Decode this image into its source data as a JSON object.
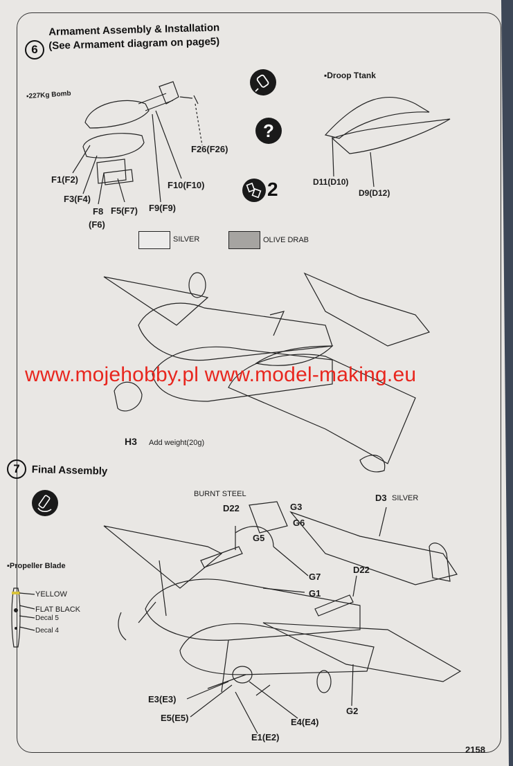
{
  "step6": {
    "number": "6",
    "title_line1": "Armament Assembly & Installation",
    "title_line2": "(See Armament diagram on page5)"
  },
  "bomb": {
    "label": "▪227Kg Bomb",
    "parts": {
      "f26": "F26(F26)",
      "f1": "F1(F2)",
      "f3": "F3(F4)",
      "f8": "F8",
      "f6": "(F6)",
      "f5": "F5(F7)",
      "f9": "F9(F9)",
      "f10": "F10(F10)"
    }
  },
  "tank": {
    "label": "▪Droop Ttank",
    "d11": "D11(D10)",
    "d9": "D9(D12)"
  },
  "icons": {
    "glue": "glue-icon",
    "question": "?",
    "repeat_count": "2"
  },
  "colors": {
    "silver_label": "SILVER",
    "olive_label": "OLIVE DRAB",
    "silver_hex": "#ecebea",
    "olive_hex": "#a6a4a1"
  },
  "step6_parts": {
    "h3": "H3",
    "weight_note": "Add weight(20g)"
  },
  "watermark": "www.mojehobby.pl www.model-making.eu",
  "step7": {
    "number": "7",
    "title": "Final Assembly"
  },
  "propeller": {
    "label": "▪Propeller Blade",
    "yellow": "YELLOW",
    "flat_black": "FLAT BLACK",
    "decal5": "Decal 5",
    "decal4": "Decal 4"
  },
  "step7_parts": {
    "burnt_steel": "BURNT STEEL",
    "d22_left": "D22",
    "g3": "G3",
    "g6": "G6",
    "g5": "G5",
    "g7": "G7",
    "g1": "G1",
    "d22_right": "D22",
    "d3": "D3",
    "d3_silver": "SILVER",
    "e3": "E3(E3)",
    "e5": "E5(E5)",
    "e4": "E4(E4)",
    "e1": "E1(E2)",
    "g2": "G2"
  },
  "page_number": "2158"
}
